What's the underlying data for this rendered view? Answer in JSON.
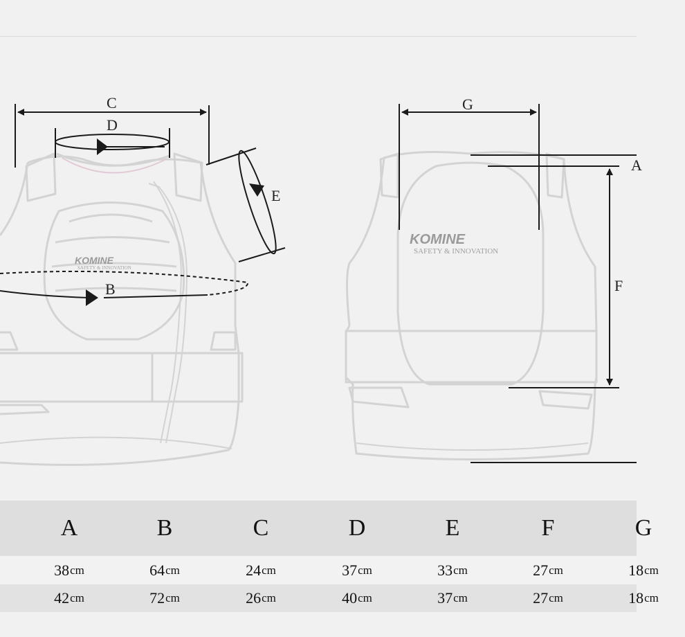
{
  "diagram_labels": {
    "A": "A",
    "B": "B",
    "C": "C",
    "D": "D",
    "E": "E",
    "F": "F",
    "G": "G"
  },
  "logo": {
    "front_brand": "KOMINE",
    "front_tagline": "SAFETY & INNOVATION",
    "back_brand": "KOMINE",
    "back_tagline": "SAFETY & INNOVATION"
  },
  "size_table": {
    "columns": [
      "A",
      "B",
      "C",
      "D",
      "E",
      "F",
      "G"
    ],
    "unit": "cm",
    "rows": [
      [
        "38",
        "64",
        "24",
        "37",
        "33",
        "27",
        "18"
      ],
      [
        "42",
        "72",
        "26",
        "40",
        "37",
        "27",
        "18"
      ]
    ]
  },
  "colors": {
    "background": "#f1f1f1",
    "outline": "#d3d3d3",
    "dimension_line": "#1a1a1a",
    "header_row": "#dedede",
    "alt_row": "#e2e2e2"
  }
}
